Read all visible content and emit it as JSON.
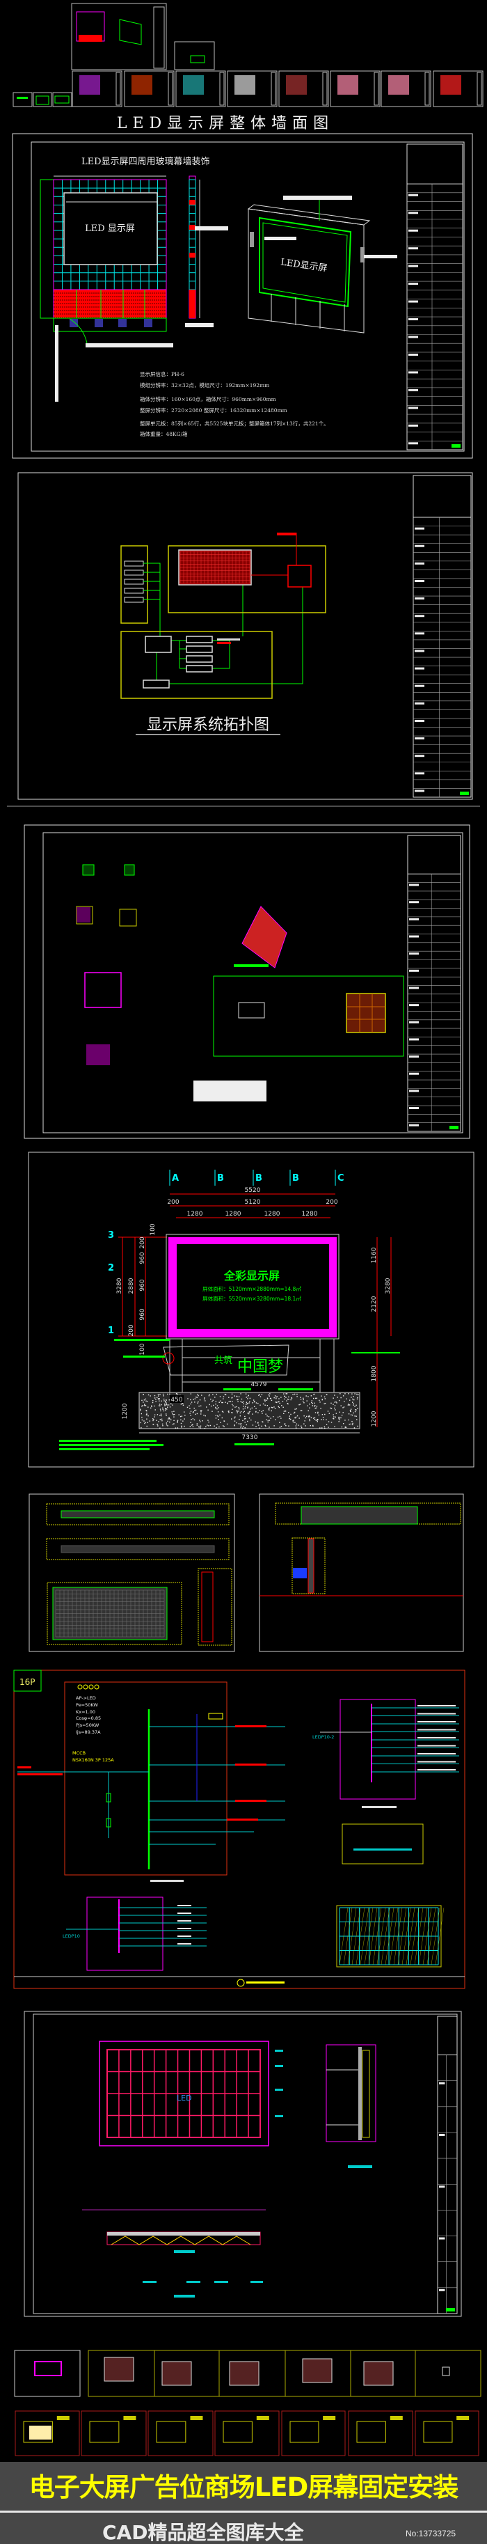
{
  "overview": {
    "title": "LED显示屏整体墙面图"
  },
  "sheet1": {
    "title": "LED显示屏四周用玻璃幕墙装饰",
    "front_label": "LED 显示屏",
    "iso_label": "LED显示屏",
    "specs": [
      "显示屏信息：PH-6",
      "模组分辨率：32×32点，模组尺寸：192mm×192mm",
      "箱体分辨率：160×160点，箱体尺寸：960mm×960mm",
      "整屏分辨率：2720×2080  整屏尺寸：16320mm×12480mm",
      "整屏单元板：85列×65行，共5525块单元板；整屏箱体17列×13行，共221个。",
      "箱体重量：48KG/箱"
    ]
  },
  "sheet2": {
    "title": "显示屏系统拓扑图"
  },
  "sheet4": {
    "axes_top": [
      "A",
      "B",
      "B",
      "B",
      "C"
    ],
    "axes_left": [
      "3",
      "2",
      "1"
    ],
    "dim_total": "5520",
    "dim_mid": [
      "200",
      "5120",
      "200"
    ],
    "dim_cols": [
      "1280",
      "1280",
      "1280",
      "1280"
    ],
    "dims_left_outer": [
      "3280"
    ],
    "dims_left_mid": [
      "2880"
    ],
    "dims_left_inner": [
      "200",
      "960",
      "960",
      "960",
      "200"
    ],
    "dims_left_extra": [
      "100",
      "100"
    ],
    "dims_right": [
      "1160",
      "2120",
      "3280",
      "1800",
      "1200"
    ],
    "screen_title": "全彩显示屏",
    "screen_area_lines": [
      "屏体面积：5120mm×2880mm=14.8㎡",
      "屏体面积：5520mm×3280mm=18.1㎡"
    ],
    "slogan_small": "共筑",
    "slogan_large": "中国梦",
    "dim_inner": "4579",
    "dim_450": "450",
    "dim_base_h": "1200",
    "dim_base": "7330"
  },
  "sheet6": {
    "tag": "16P",
    "params": [
      "AP->LED",
      "Pe=50KW",
      "Kx=1.00",
      "Cosφ=0.85",
      "Pjs=50KW",
      "Ijs=89.37A"
    ],
    "breaker": [
      "MCCB",
      "NSX160N 3P 125A"
    ],
    "feeder_right": "LEDP10-2",
    "feeder_left": "LEDP10"
  },
  "sheet7": {
    "center_label": "LED"
  },
  "banner": {
    "title": "电子大屏广告位商场LED屏幕固定安装",
    "subtitle": "CAD精品超全图库大全",
    "number": "No:13733725"
  },
  "colors": {
    "cad_bg": "#000000",
    "green": "#00ff00",
    "cyan": "#00ffff",
    "magenta": "#ff00ff",
    "red": "#ff0000",
    "yellow": "#ffff00",
    "banner_bg": "#474747"
  }
}
